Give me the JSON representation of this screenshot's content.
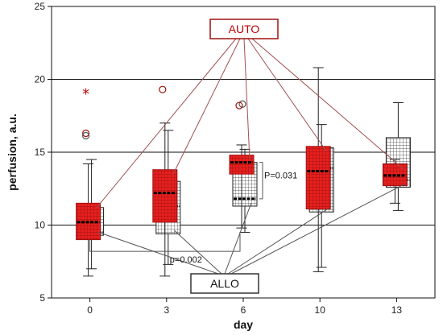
{
  "chart_data": {
    "type": "box",
    "title": "",
    "xlabel": "day",
    "ylabel": "perfusion, a.u.",
    "categories": [
      "0",
      "3",
      "6",
      "10",
      "13"
    ],
    "ylim": [
      5,
      25
    ],
    "yticks": [
      5,
      10,
      15,
      20,
      25
    ],
    "grid": true,
    "series": [
      {
        "name": "ALLO",
        "style": "hatched",
        "boxes": [
          {
            "category": "0",
            "min": 7.0,
            "q1": 9.3,
            "median": 9.5,
            "q3": 11.2,
            "max": 14.5,
            "outliers": []
          },
          {
            "category": "3",
            "min": 7.3,
            "q1": 9.4,
            "median": 11.3,
            "q3": 13.0,
            "max": 16.5,
            "outliers": []
          },
          {
            "category": "6",
            "min": 9.5,
            "q1": 11.3,
            "median": 11.8,
            "q3": 14.3,
            "max": 15.2,
            "outliers": [
              18.3
            ]
          },
          {
            "category": "10",
            "min": 7.1,
            "q1": 10.9,
            "median": 13.9,
            "q3": 15.3,
            "max": 16.9,
            "outliers": []
          },
          {
            "category": "13",
            "min": 11.0,
            "q1": 12.6,
            "median": 13.1,
            "q3": 16.0,
            "max": 18.4,
            "outliers": []
          }
        ]
      },
      {
        "name": "AUTO",
        "style": "red",
        "boxes": [
          {
            "category": "0",
            "min": 6.5,
            "q1": 9.0,
            "median": 10.2,
            "q3": 11.5,
            "max": 14.2,
            "outliers": [
              16.3
            ],
            "extremes": [
              19.0
            ]
          },
          {
            "category": "3",
            "min": 6.5,
            "q1": 10.2,
            "median": 12.2,
            "q3": 13.8,
            "max": 17.0,
            "outliers": [
              19.3
            ]
          },
          {
            "category": "6",
            "min": 9.8,
            "q1": 13.5,
            "median": 14.3,
            "q3": 14.8,
            "max": 15.5,
            "outliers": [
              18.2
            ]
          },
          {
            "category": "10",
            "min": 6.8,
            "q1": 11.1,
            "median": 13.7,
            "q3": 15.4,
            "max": 20.8,
            "outliers": []
          },
          {
            "category": "13",
            "min": 11.5,
            "q1": 12.7,
            "median": 13.4,
            "q3": 14.2,
            "max": 14.5,
            "outliers": []
          }
        ]
      }
    ],
    "annotations": {
      "auto_label": "AUTO",
      "allo_label": "ALLO",
      "p1": "p=0.002",
      "p2": "P=0.031"
    },
    "colors": {
      "auto": "#e8201e",
      "auto_dark": "#a01010",
      "allo": "#ffffff",
      "line": "#222222",
      "auto_label": "#c00000",
      "callout_line": "#a05050"
    }
  }
}
